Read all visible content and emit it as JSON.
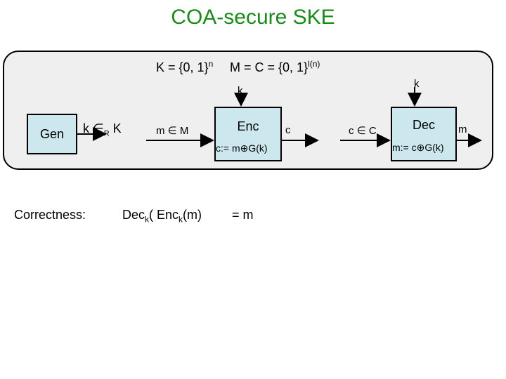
{
  "title": "COA-secure SKE",
  "header": {
    "k_space": "K = {0, 1}",
    "k_space_exp": "n",
    "mc_space": "M = C = {0, 1}",
    "mc_space_exp": "l(n)"
  },
  "gen": {
    "label": "Gen",
    "output_pre": "k ∈",
    "output_sub": "R",
    "output_post": " K"
  },
  "enc": {
    "label": "Enc",
    "key_in": "k",
    "msg_in": "m ∈ M",
    "formula": "c:= m⊕G(k)",
    "output": "c"
  },
  "dec": {
    "label": "Dec",
    "key_in": "k",
    "ct_in": "c ∈ C",
    "formula": "m:= c⊕G(k)",
    "output": "m"
  },
  "correctness": {
    "label": "Correctness:",
    "expr_dec": "Dec",
    "expr_sub1": "k",
    "expr_mid": "( Enc",
    "expr_sub2": "k",
    "expr_end": "(m)",
    "result": "= m"
  }
}
